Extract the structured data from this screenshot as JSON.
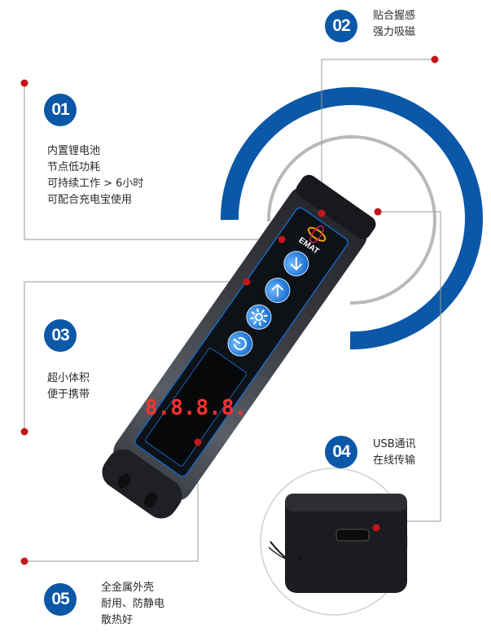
{
  "features": [
    {
      "badge": "01",
      "lines": [
        "内置锂电池",
        "节点低功耗",
        "可持续工作 > 6小时",
        "可配合充电宝使用"
      ]
    },
    {
      "badge": "02",
      "lines": [
        "贴合握感",
        "强力吸磁"
      ]
    },
    {
      "badge": "03",
      "lines": [
        "超小体积",
        "便于携带"
      ]
    },
    {
      "badge": "04",
      "lines": [
        "USB通讯",
        "在线传输"
      ]
    },
    {
      "badge": "05",
      "lines": [
        "全金属外壳",
        "耐用、防静电",
        "散热好"
      ]
    }
  ],
  "device": {
    "brand": "EMAT",
    "display_value": "8.8.8.8."
  },
  "colors": {
    "accent_blue": "#0b57a8",
    "marker_red": "#c4151c",
    "leader_gray": "#9a9a9a"
  },
  "icons": [
    "power-icon",
    "brightness-icon",
    "arrow-up-icon",
    "arrow-down-icon",
    "usb-port-icon"
  ]
}
